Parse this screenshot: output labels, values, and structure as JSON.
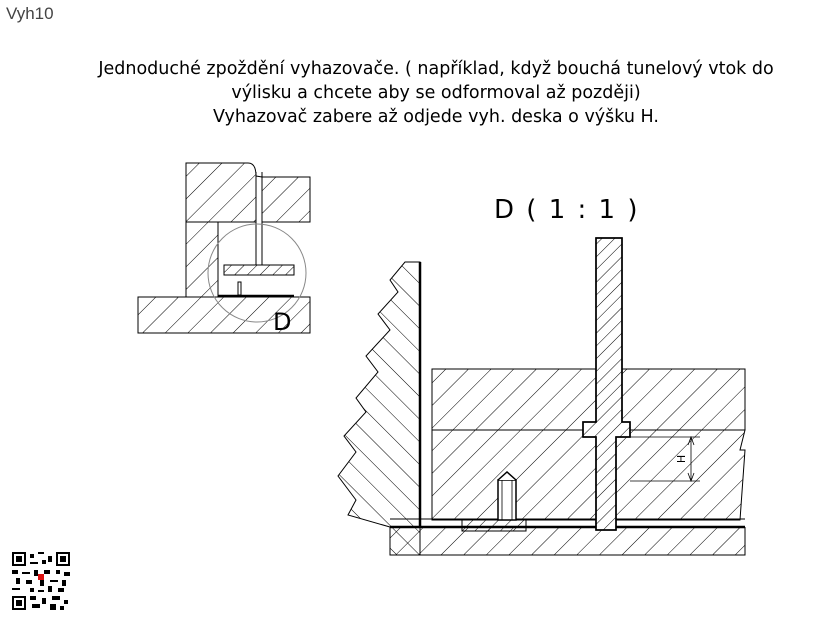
{
  "page_label": "Vyh10",
  "title_lines": [
    "Jednoduché zpoždění vyhazovače. ( například, když bouchá tunelový vtok do",
    "výlisku a chcete aby se odformoval až později)",
    "Vyhazovač zabere až odjede vyh. deska o výšku H."
  ],
  "detail_label": "D ( 1 : 1 )",
  "view_letter": "D",
  "dimension_label": "H",
  "qr_icon": "qr-code-icon"
}
